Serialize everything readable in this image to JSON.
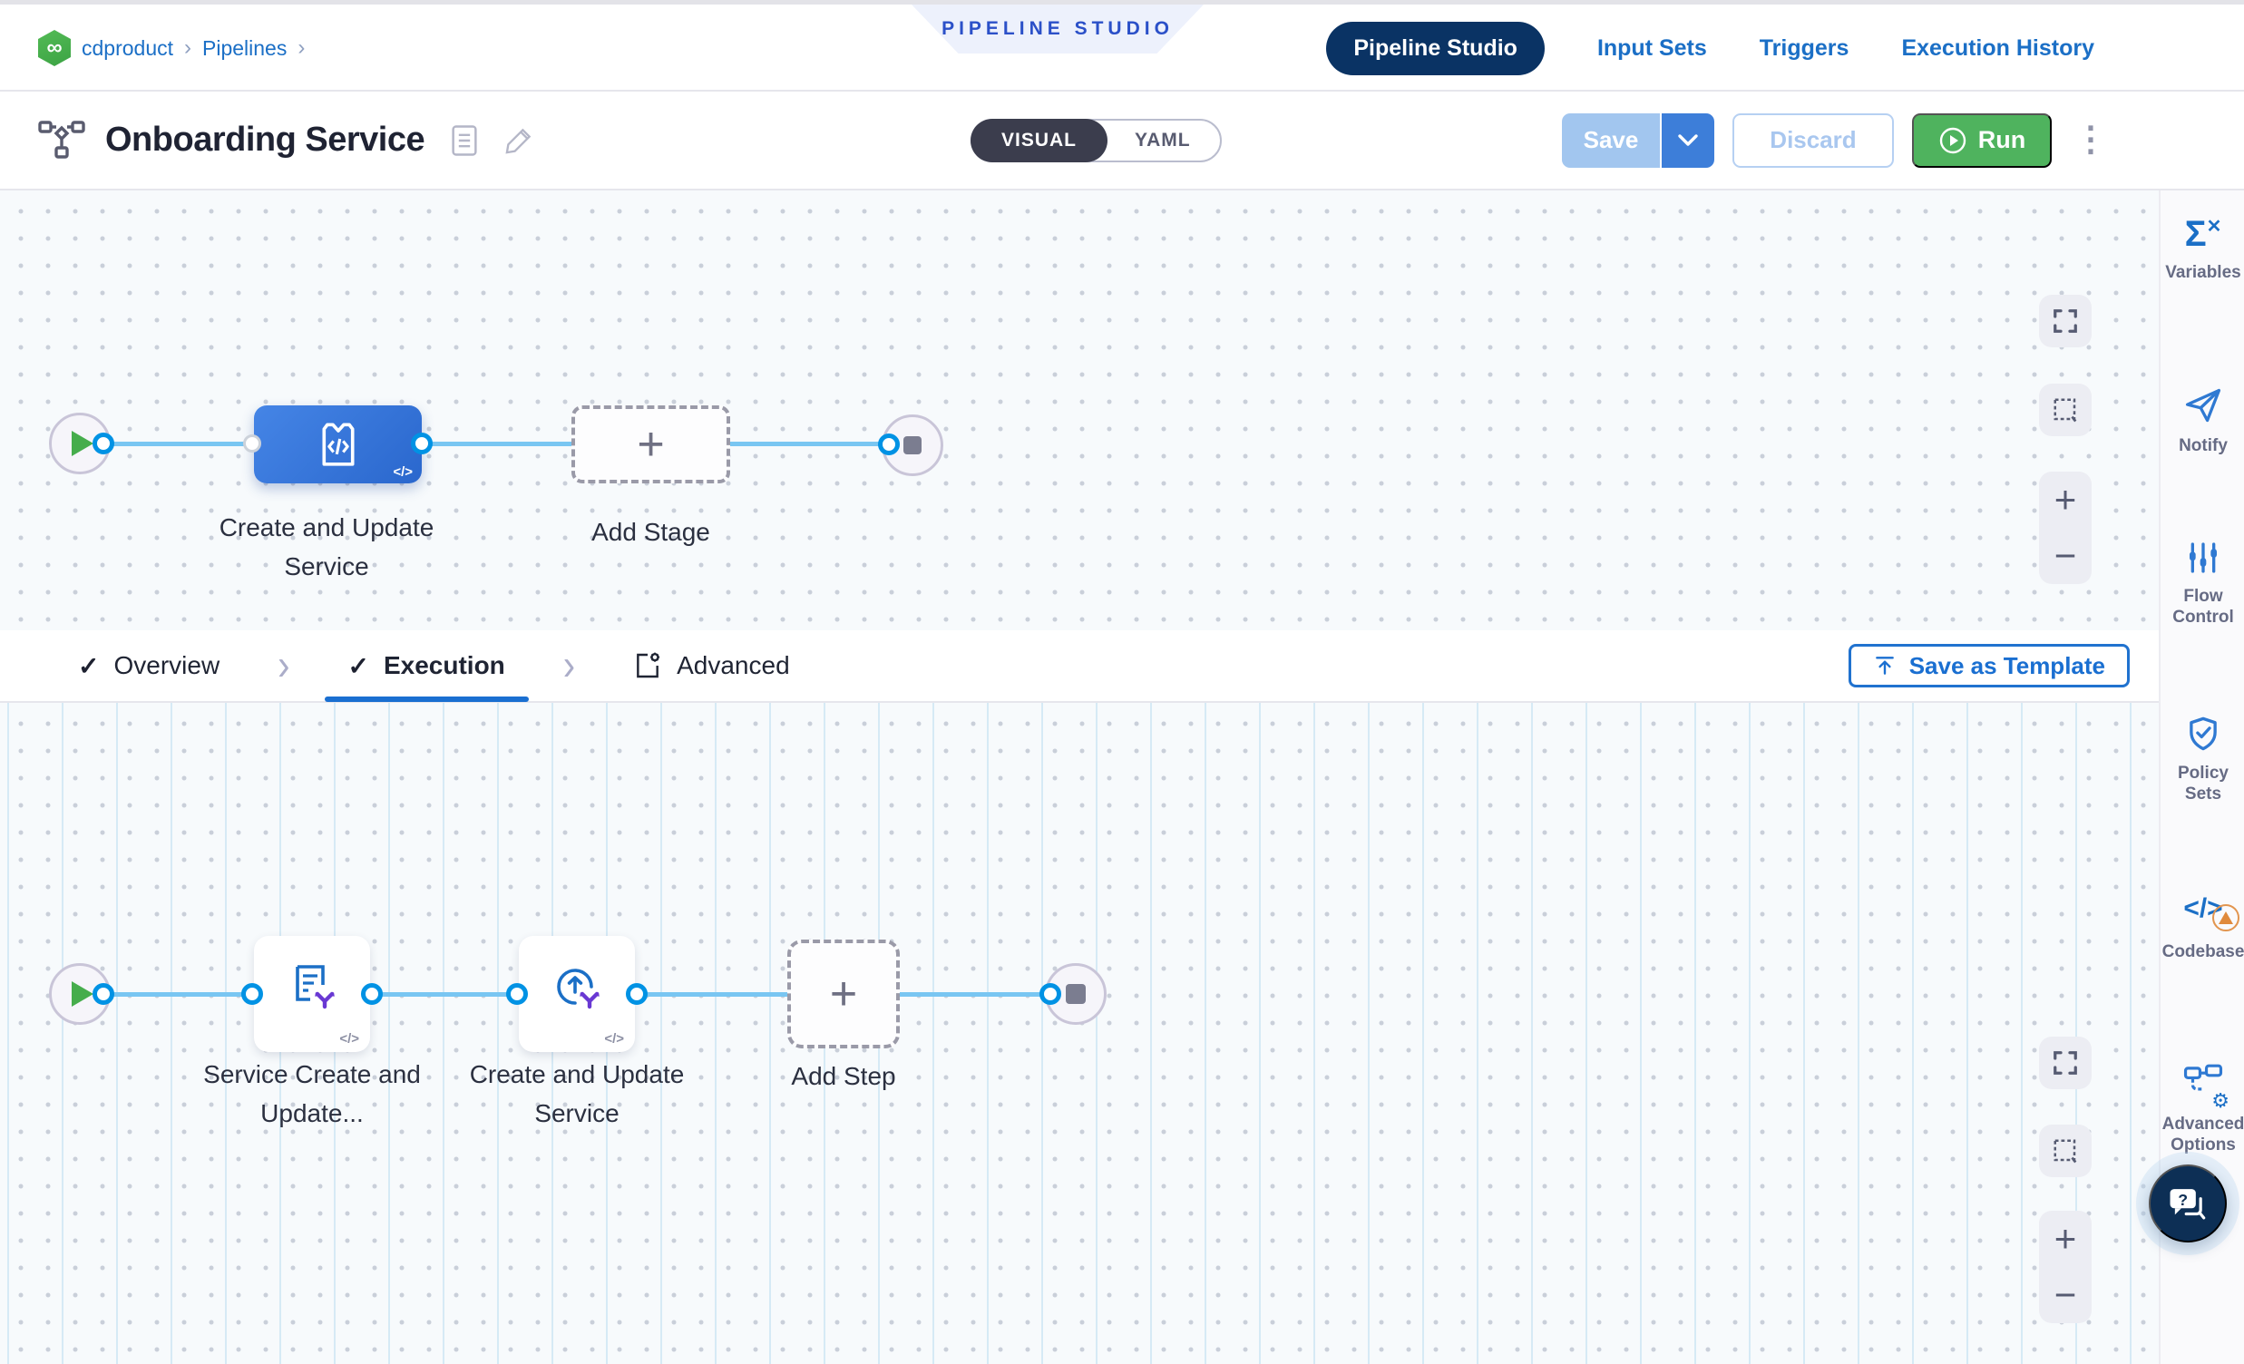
{
  "breadcrumb": {
    "items": [
      {
        "label": "cdproduct"
      },
      {
        "label": "Pipelines"
      }
    ]
  },
  "top_nav": {
    "badge": "PIPELINE STUDIO",
    "tabs": [
      {
        "label": "Pipeline Studio",
        "active": true
      },
      {
        "label": "Input Sets",
        "active": false
      },
      {
        "label": "Triggers",
        "active": false
      },
      {
        "label": "Execution History",
        "active": false
      }
    ]
  },
  "header": {
    "title": "Onboarding Service",
    "modes": [
      {
        "label": "VISUAL",
        "selected": true
      },
      {
        "label": "YAML",
        "selected": false
      }
    ],
    "save": "Save",
    "discard": "Discard",
    "run": "Run"
  },
  "stage_pipeline": {
    "stage_label": "Create and Update Service",
    "add_stage": "Add Stage"
  },
  "section_tabs": {
    "items": [
      {
        "label": "Overview",
        "checked": true,
        "active": false
      },
      {
        "label": "Execution",
        "checked": true,
        "active": true
      },
      {
        "label": "Advanced",
        "checked": false,
        "active": false
      }
    ],
    "save_as_template": "Save as Template"
  },
  "step_pipeline": {
    "steps": [
      {
        "label": "Service Create and Update..."
      },
      {
        "label": "Create and Update Service"
      }
    ],
    "add_step": "Add Step"
  },
  "sidebar": {
    "items": [
      {
        "label": "Variables"
      },
      {
        "label": "Notify"
      },
      {
        "label": "Flow Control"
      },
      {
        "label": "Policy Sets"
      },
      {
        "label": "Codebase"
      },
      {
        "label": "Advanced Options"
      }
    ]
  },
  "icons": {
    "logo_infinity": "∞",
    "sigma": "Σ",
    "sigma_x": "✕",
    "code": "</>",
    "plus": "+",
    "minus": "−",
    "kebab": "⋮",
    "question": "?",
    "gear": "⚙",
    "check": "✓",
    "chevron_right": "›"
  },
  "colors": {
    "accent_blue": "#0278d5",
    "navy_pill": "#0a3364",
    "run_green": "#4fb35e",
    "stage_blue": "#2f6fd0",
    "connector_blue": "#79c6f2",
    "badge_text": "#2b50c8"
  }
}
